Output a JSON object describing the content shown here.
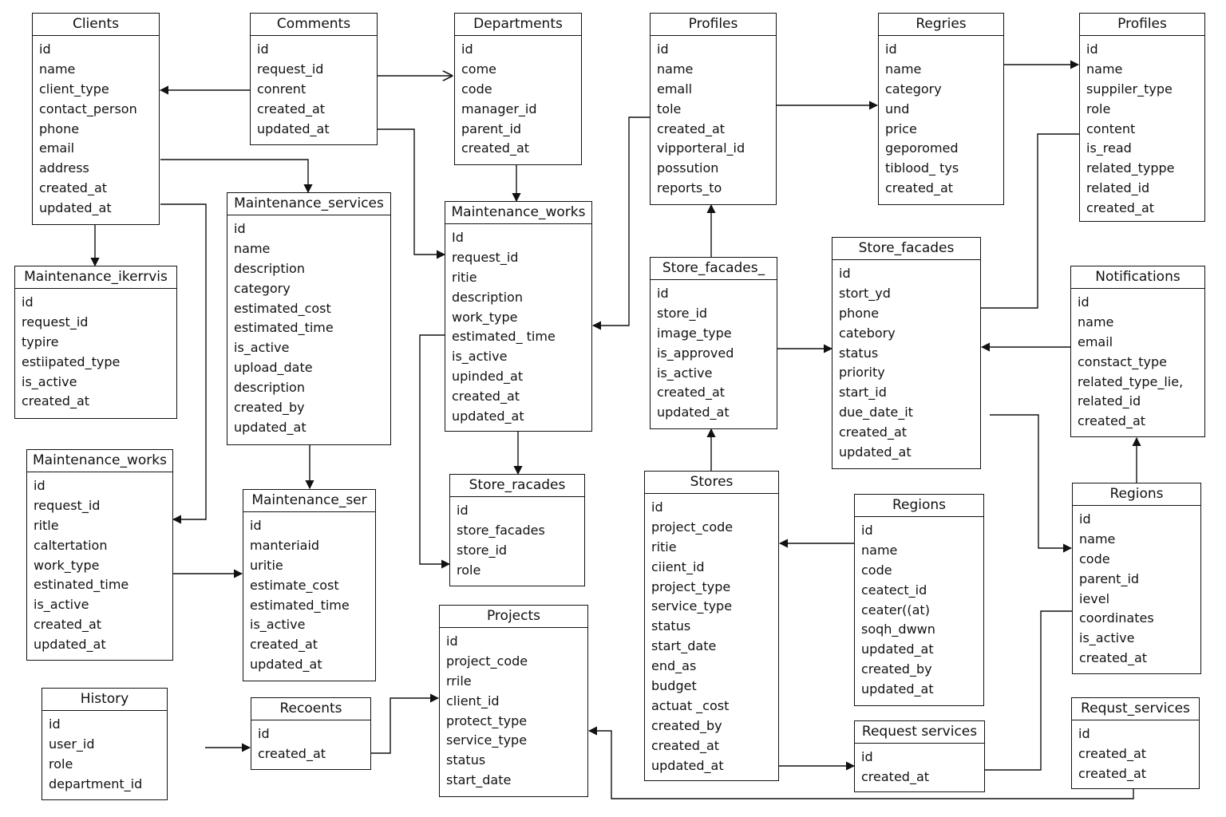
{
  "tables": [
    {
      "id": "clients",
      "name": "Clients",
      "fields": [
        "id",
        "name",
        "client_type",
        "contact_person",
        "phone",
        "email",
        "address",
        "created_at",
        "updated_at"
      ]
    },
    {
      "id": "comments",
      "name": "Comments",
      "fields": [
        "id",
        "request_id",
        "conrent",
        "created_at",
        "updated_at"
      ]
    },
    {
      "id": "departments",
      "name": "Departments",
      "fields": [
        "id",
        "come",
        "code",
        "manager_id",
        "parent_id",
        "created_at"
      ]
    },
    {
      "id": "profiles_1",
      "name": "Profiles",
      "fields": [
        "id",
        "name",
        "emall",
        "tole",
        "created_at",
        "vipporteral_id",
        "possution",
        "reports_to"
      ]
    },
    {
      "id": "regries",
      "name": "Regries",
      "fields": [
        "id",
        "name",
        "category",
        "und",
        "price",
        "geporomed",
        "tiblood_ tys",
        "created_at"
      ]
    },
    {
      "id": "profiles_2",
      "name": "Profiles",
      "fields": [
        "id",
        "name",
        "suppiler_type",
        "role",
        "content",
        "is_read",
        "related_typpe",
        "related_id",
        "created_at"
      ]
    },
    {
      "id": "maintenance_ikerrvis",
      "name": "Maintenance_ikerrvis",
      "fields": [
        "id",
        "request_id",
        "typire",
        "estiipated_type",
        "is_active",
        "created_at"
      ]
    },
    {
      "id": "maintenance_services",
      "name": "Maintenance_services",
      "fields": [
        "id",
        "name",
        "description",
        "category",
        "estimated_cost",
        "estimated_time",
        "is_active",
        "upload_date",
        "description",
        "created_by",
        "updated_at"
      ]
    },
    {
      "id": "maintenance_works_center",
      "name": "Maintenance_works",
      "fields": [
        "Id",
        "request_id",
        "ritie",
        "description",
        "work_type",
        "estimated_ time",
        "is_active",
        "upinded_at",
        "created_at",
        "updated_at"
      ]
    },
    {
      "id": "store_facades_1",
      "name": "Store_facades_",
      "fields": [
        "id",
        "store_id",
        "image_type",
        "is_approved",
        "is_active",
        "created_at",
        "updated_at"
      ]
    },
    {
      "id": "store_facades_2",
      "name": "Store_facades",
      "fields": [
        "id",
        "stort_yd",
        "phone",
        "catebory",
        "status",
        "priority",
        "start_id",
        "due_date_it",
        "created_at",
        "updated_at"
      ]
    },
    {
      "id": "notifications",
      "name": "Notifications",
      "fields": [
        "id",
        "name",
        "email",
        "constact_type",
        "related_type_lie,",
        "related_id",
        "created_at"
      ]
    },
    {
      "id": "maintenance_works_left",
      "name": "Maintenance_works",
      "fields": [
        "id",
        "request_id",
        "ritle",
        "caltertation",
        "work_type",
        "estinated_time",
        "is_active",
        "created_at",
        "updated_at"
      ]
    },
    {
      "id": "maintenance_ser",
      "name": "Maintenance_ser",
      "fields": [
        "id",
        "manteriaid",
        "uritie",
        "estimate_cost",
        "estimated_time",
        "is_active",
        "created_at",
        "updated_at"
      ]
    },
    {
      "id": "store_racades",
      "name": "Store_racades",
      "fields": [
        "id",
        "store_facades",
        "store_id",
        "role"
      ]
    },
    {
      "id": "stores",
      "name": "Stores",
      "fields": [
        "id",
        "project_code",
        "ritie",
        "ciient_id",
        "project_type",
        "service_type",
        "status",
        "start_date",
        "end_as",
        "budget",
        "actuat _cost",
        "created_by",
        "created_at",
        "updated_at"
      ]
    },
    {
      "id": "regions_center",
      "name": "Regions",
      "fields": [
        "id",
        "name",
        "code",
        "ceatect_id",
        "ceater((at)",
        "soqh_dwwn",
        "updated_at",
        "created_by",
        "updated_at"
      ]
    },
    {
      "id": "regions_right",
      "name": "Regions",
      "fields": [
        "id",
        "name",
        "code",
        "parent_id",
        "ievel",
        "coordinates",
        "is_active",
        "created_at"
      ]
    },
    {
      "id": "history",
      "name": "History",
      "fields": [
        "id",
        "user_id",
        "role",
        "department_id"
      ]
    },
    {
      "id": "recoents",
      "name": "Recoents",
      "fields": [
        "id",
        "created_at"
      ]
    },
    {
      "id": "projects",
      "name": "Projects",
      "fields": [
        "id",
        "project_code",
        "rrile",
        "client_id",
        "protect_type",
        "service_type",
        "status",
        "start_date"
      ]
    },
    {
      "id": "request_services",
      "name": "Request services",
      "fields": [
        "id",
        "created_at"
      ]
    },
    {
      "id": "requst_services",
      "name": "Requst_services",
      "fields": [
        "id",
        "created_at",
        "created_at"
      ]
    }
  ]
}
